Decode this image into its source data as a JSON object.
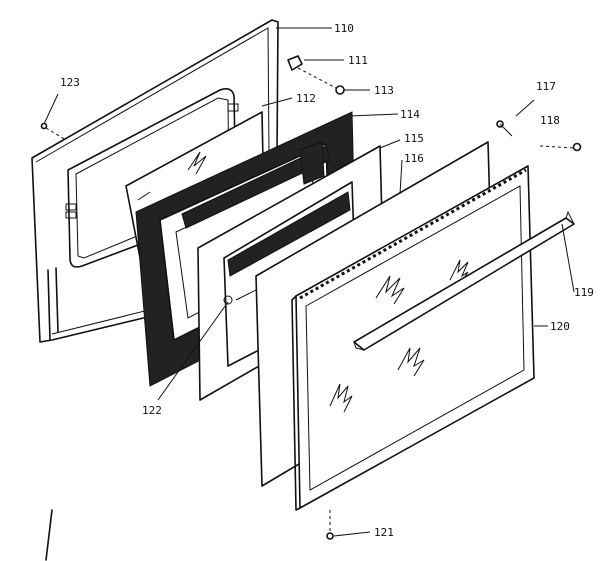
{
  "diagram": {
    "callouts": [
      {
        "id": "110",
        "text": "110"
      },
      {
        "id": "111",
        "text": "111"
      },
      {
        "id": "112",
        "text": "112"
      },
      {
        "id": "113",
        "text": "113"
      },
      {
        "id": "114",
        "text": "114"
      },
      {
        "id": "115",
        "text": "115"
      },
      {
        "id": "116",
        "text": "116"
      },
      {
        "id": "117",
        "text": "117"
      },
      {
        "id": "118",
        "text": "118"
      },
      {
        "id": "119",
        "text": "119"
      },
      {
        "id": "120",
        "text": "120"
      },
      {
        "id": "121",
        "text": "121"
      },
      {
        "id": "122",
        "text": "122"
      },
      {
        "id": "123",
        "text": "123"
      }
    ]
  }
}
